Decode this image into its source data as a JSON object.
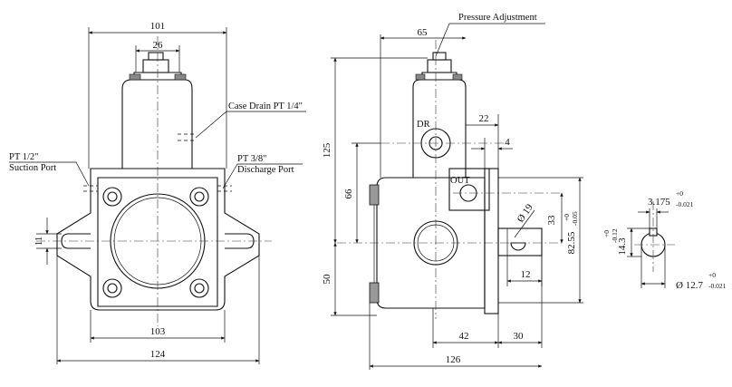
{
  "front_view": {
    "dims": {
      "overall_width": "101",
      "top_offset": "26",
      "base_width": "103",
      "mount_width": "124",
      "slot_height": "11"
    },
    "labels": {
      "suction_port_1": "PT 1/2\"",
      "suction_port_2": "Suction Port",
      "case_drain": "Case Drain PT 1/4\"",
      "discharge_port_1": "PT 3/8\"",
      "discharge_port_2": "Discharge Port"
    }
  },
  "side_view": {
    "labels": {
      "pressure_adjustment": "Pressure Adjustment",
      "dr": "DR",
      "out": "OUT"
    },
    "dims": {
      "top_width": "65",
      "height_125": "125",
      "height_66": "66",
      "height_50": "50",
      "d22": "22",
      "d4": "4",
      "d33": "33",
      "d33_tol_upper": "+0",
      "d33_tol_lower": "-0.05",
      "d82": "82.55",
      "shaft_dia": "Ø 19",
      "d12": "12",
      "d42": "42",
      "d30": "30",
      "d126": "126"
    }
  },
  "key_view": {
    "dims": {
      "key_width": "3.175",
      "key_width_tol_upper": "+0",
      "key_width_tol_lower": "-0.021",
      "key_height": "14.3",
      "key_height_tol_upper": "+0",
      "key_height_tol_lower": "-0.12",
      "shaft_dia": "Ø 12.7",
      "shaft_dia_tol_upper": "+0",
      "shaft_dia_tol_lower": "-0.021"
    }
  }
}
